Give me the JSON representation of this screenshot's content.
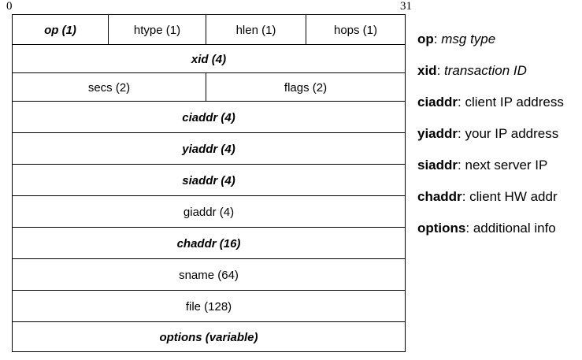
{
  "bits": {
    "start": "0",
    "end": "31"
  },
  "packet": {
    "row0": [
      {
        "label": "op (1)",
        "bold": true
      },
      {
        "label": "htype (1)",
        "bold": false
      },
      {
        "label": "hlen (1)",
        "bold": false
      },
      {
        "label": "hops (1)",
        "bold": false
      }
    ],
    "xid": "xid (4)",
    "secs": "secs (2)",
    "flags": "flags (2)",
    "ciaddr": "ciaddr (4)",
    "yiaddr": "yiaddr (4)",
    "siaddr": "siaddr (4)",
    "giaddr": "giaddr (4)",
    "chaddr": "chaddr (16)",
    "sname": "sname (64)",
    "file": "file (128)",
    "options": "options (variable)"
  },
  "legend": [
    {
      "key": "op",
      "sep": ": ",
      "desc": "msg type",
      "italic": true
    },
    {
      "key": "xid",
      "sep": ": ",
      "desc": "transaction ID",
      "italic": true
    },
    {
      "key": "ciaddr",
      "sep": ": ",
      "desc": "client IP address",
      "italic": false
    },
    {
      "key": "yiaddr",
      "sep": ": ",
      "desc": "your IP address",
      "italic": false
    },
    {
      "key": "siaddr",
      "sep": ": ",
      "desc": "next server IP",
      "italic": false
    },
    {
      "key": "chaddr",
      "sep": ": ",
      "desc": "client HW addr",
      "italic": false
    },
    {
      "key": "options",
      "sep": ": ",
      "desc": "additional info",
      "italic": false
    }
  ]
}
